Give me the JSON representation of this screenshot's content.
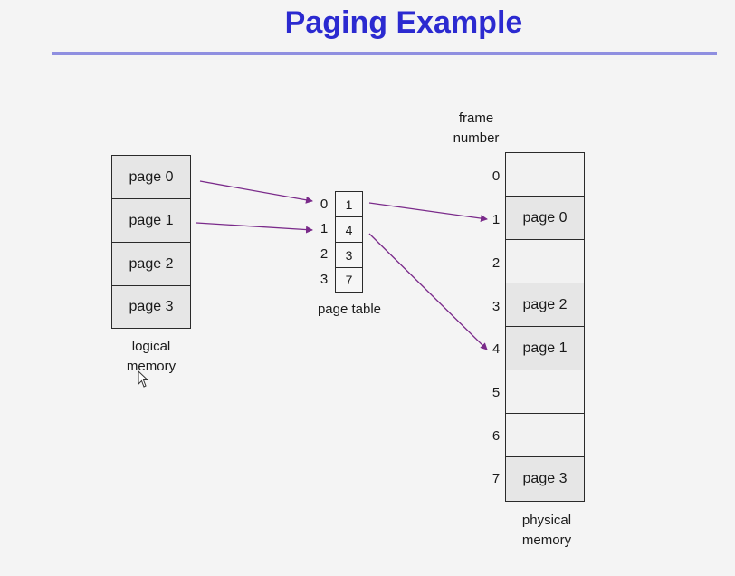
{
  "title": "Paging Example",
  "logical_memory": {
    "label_line1": "logical",
    "label_line2": "memory",
    "pages": [
      "page 0",
      "page 1",
      "page 2",
      "page 3"
    ]
  },
  "page_table": {
    "label": "page table",
    "indices": [
      "0",
      "1",
      "2",
      "3"
    ],
    "frames": [
      "1",
      "4",
      "3",
      "7"
    ]
  },
  "physical_memory": {
    "header_line1": "frame",
    "header_line2": "number",
    "label_line1": "physical",
    "label_line2": "memory",
    "frame_numbers": [
      "0",
      "1",
      "2",
      "3",
      "4",
      "5",
      "6",
      "7"
    ],
    "frames": [
      "",
      "page 0",
      "",
      "page 2",
      "page 1",
      "",
      "",
      "page 3"
    ]
  },
  "colors": {
    "title": "#2b2ad0",
    "rule": "#8f8fe0",
    "arrow": "#7a2a8a"
  }
}
